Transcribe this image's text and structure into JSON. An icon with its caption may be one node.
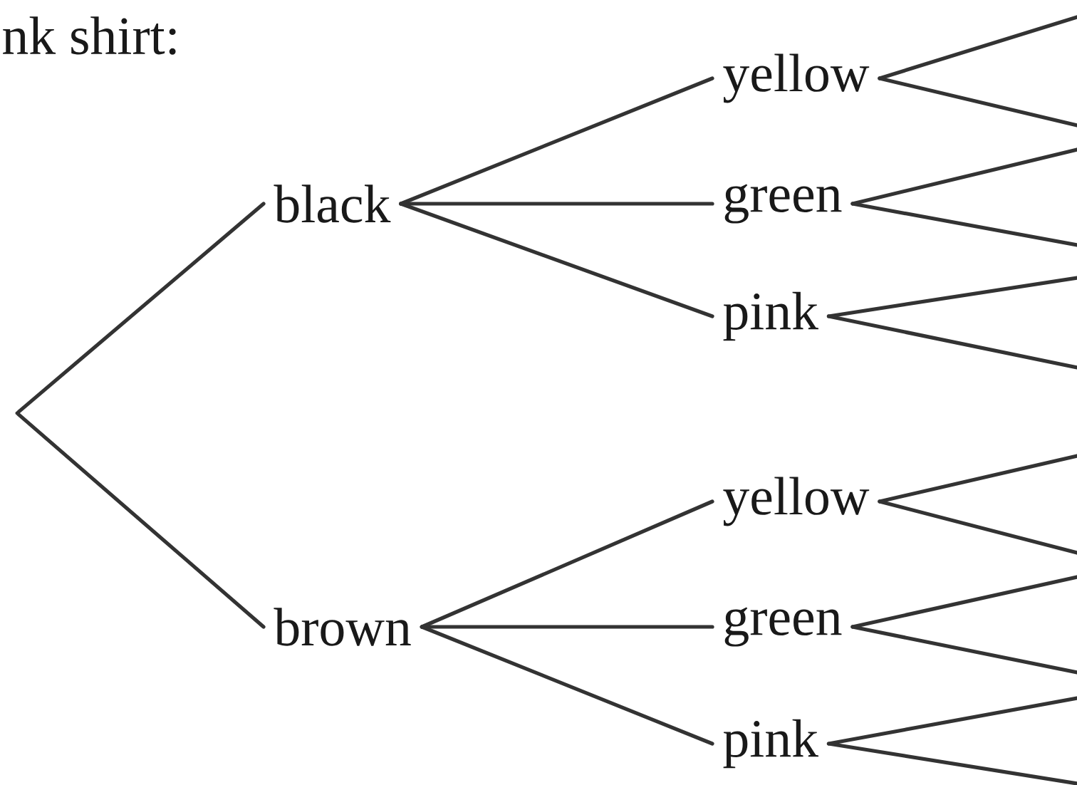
{
  "diagram": {
    "nodes": [
      {
        "text": [],
        "shape": "point"
      },
      {
        "text": [
          "black"
        ]
      },
      {
        "text": [
          "brown"
        ]
      },
      {
        "text": [
          "yellow"
        ]
      },
      {
        "text": [
          "green"
        ]
      },
      {
        "text": [
          "pink"
        ]
      },
      {
        "text": [
          "yellow"
        ]
      },
      {
        "text": [
          "green"
        ]
      },
      {
        "text": [
          "pink"
        ]
      }
    ],
    "edges": [
      {
        "from": 0,
        "to": 1,
        "arrow": "none"
      },
      {
        "from": 0,
        "to": 2,
        "arrow": "none"
      },
      {
        "from": 1,
        "to": 3,
        "arrow": "none"
      },
      {
        "from": 1,
        "to": 4,
        "arrow": "none"
      },
      {
        "from": 1,
        "to": 5,
        "arrow": "none"
      },
      {
        "from": 2,
        "to": 6,
        "arrow": "none"
      },
      {
        "from": 2,
        "to": 7,
        "arrow": "none"
      },
      {
        "from": 2,
        "to": 8,
        "arrow": "none"
      },
      {
        "from": 3,
        "to": null,
        "arrow": "none"
      },
      {
        "from": 3,
        "to": null,
        "arrow": "none"
      },
      {
        "from": 4,
        "to": null,
        "arrow": "none"
      },
      {
        "from": 4,
        "to": null,
        "arrow": "none"
      },
      {
        "from": 5,
        "to": null,
        "arrow": "none"
      },
      {
        "from": 5,
        "to": null,
        "arrow": "none"
      },
      {
        "from": 6,
        "to": null,
        "arrow": "none"
      },
      {
        "from": 6,
        "to": null,
        "arrow": "none"
      },
      {
        "from": 7,
        "to": null,
        "arrow": "none"
      },
      {
        "from": 7,
        "to": null,
        "arrow": "none"
      },
      {
        "from": 8,
        "to": null,
        "arrow": "none"
      },
      {
        "from": 8,
        "to": null,
        "arrow": "none"
      }
    ],
    "labels": [
      "nk shirt:"
    ]
  }
}
